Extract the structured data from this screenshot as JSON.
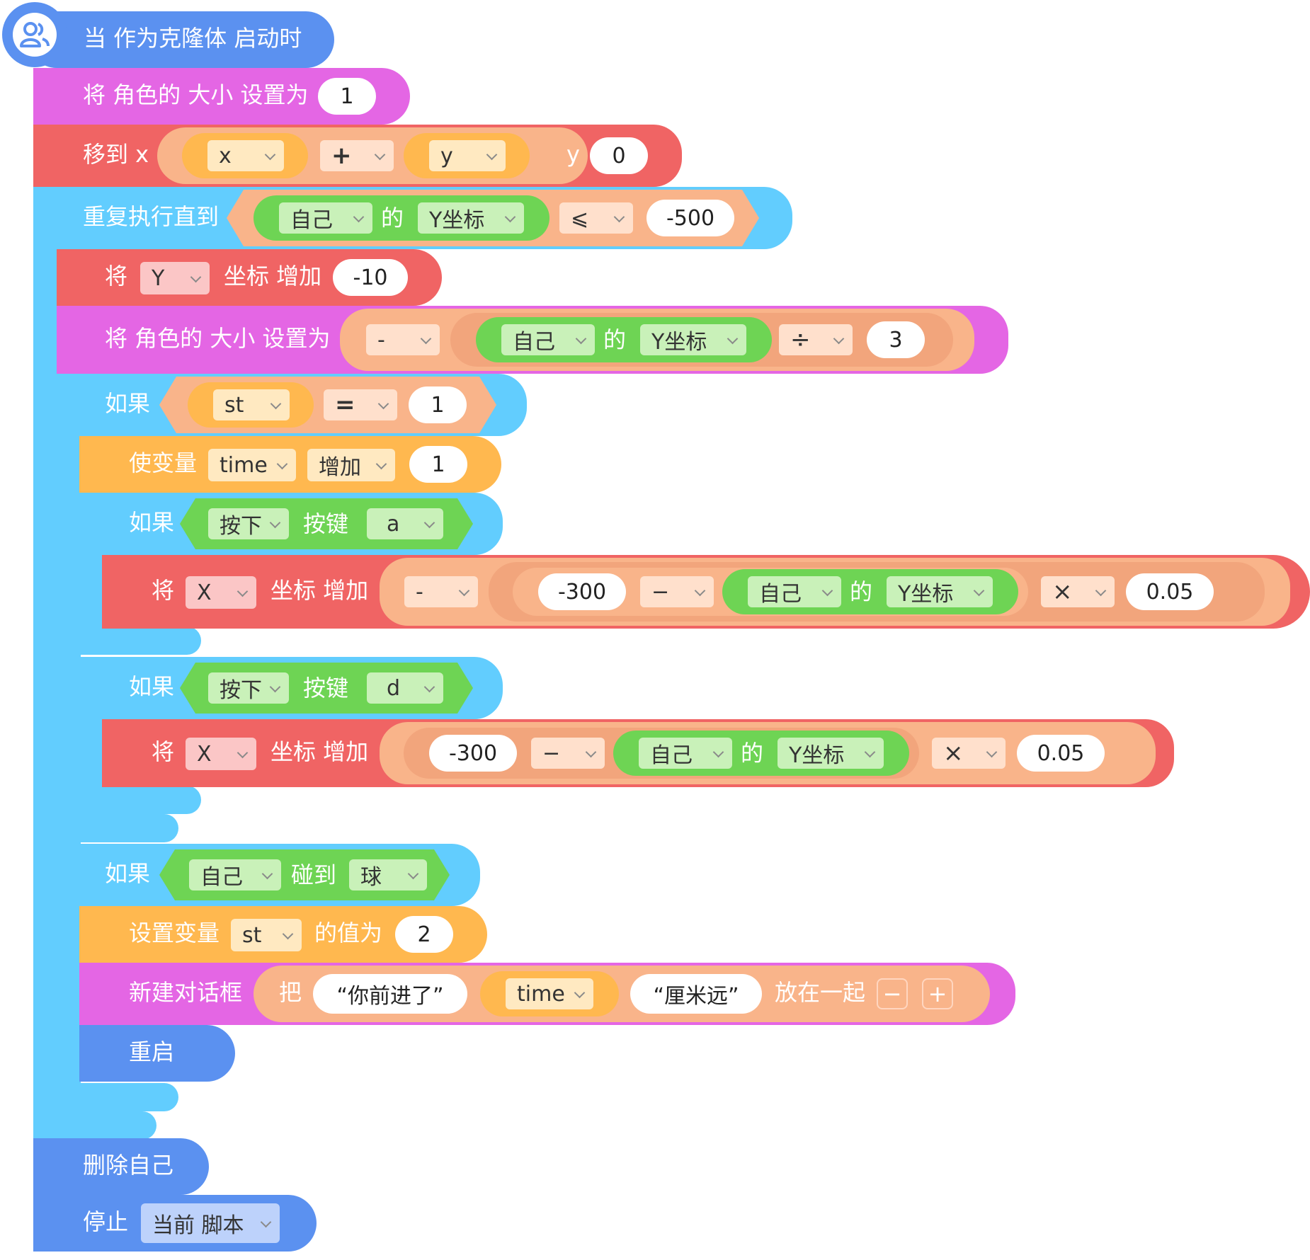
{
  "blocks": {
    "hat_label": "当 作为克隆体 启动时",
    "set_size_1": {
      "label": "将 角色的 大小 设置为",
      "value": "1"
    },
    "move_to": {
      "label": "移到 x",
      "x_var": "x",
      "op": "+",
      "y_var": "y",
      "y_label": "y",
      "y_value": "0"
    },
    "repeat_until": {
      "label": "重复执行直到",
      "obj": "自己",
      "of": "的",
      "attr": "Y坐标",
      "op": "⩽",
      "value": "-500"
    },
    "change_y": {
      "label": "将",
      "axis": "Y",
      "label2": "坐标 增加",
      "value": "-10"
    },
    "set_size_2": {
      "label": "将 角色的 大小 设置为",
      "neg": "-",
      "obj": "自己",
      "of": "的",
      "attr": "Y坐标",
      "op": "÷",
      "value": "3"
    },
    "if_st": {
      "label": "如果",
      "var": "st",
      "op": "=",
      "value": "1"
    },
    "change_time": {
      "label": "使变量",
      "var": "time",
      "mode": "增加",
      "value": "1"
    },
    "if_key_a": {
      "label": "如果",
      "press": "按下",
      "key_label": "按键",
      "key": "a"
    },
    "change_x_a": {
      "label": "将",
      "axis": "X",
      "label2": "坐标 增加",
      "neg": "-",
      "num": "-300",
      "op1": "−",
      "obj": "自己",
      "of": "的",
      "attr": "Y坐标",
      "op2": "×",
      "value": "0.05"
    },
    "if_key_d": {
      "label": "如果",
      "press": "按下",
      "key_label": "按键",
      "key": "d"
    },
    "change_x_d": {
      "label": "将",
      "axis": "X",
      "label2": "坐标 增加",
      "num": "-300",
      "op1": "−",
      "obj": "自己",
      "of": "的",
      "attr": "Y坐标",
      "op2": "×",
      "value": "0.05"
    },
    "if_touch": {
      "label": "如果",
      "obj": "自己",
      "touch": "碰到",
      "target": "球"
    },
    "set_st": {
      "label": "设置变量",
      "var": "st",
      "label2": "的值为",
      "value": "2"
    },
    "dialog": {
      "label": "新建对话框",
      "join_label": "把",
      "s1": "“你前进了”",
      "var": "time",
      "s2": "“厘米远”",
      "join_end": "放在一起",
      "minus": "−",
      "plus": "+"
    },
    "restart": {
      "label": "重启"
    },
    "delete_clone": {
      "label": "删除自己"
    },
    "stop": {
      "label": "停止",
      "option": "当前 脚本"
    }
  },
  "colors": {
    "events": "#5b91f0",
    "looks": "#e466e4",
    "motion": "#f06464",
    "control": "#62cdfe",
    "variables": "#ffb84f",
    "sensing": "#6ed454",
    "operators": "#f9b48a"
  }
}
